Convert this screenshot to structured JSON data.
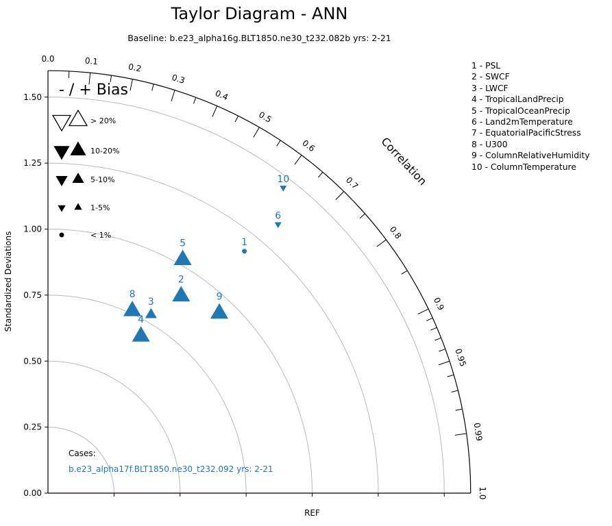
{
  "title": "Taylor Diagram - ANN",
  "subtitle": "Baseline: b.e23_alpha16g.BLT1850.ne30_t232.082b  yrs: 2-21",
  "legend": {
    "items": [
      "1 - PSL",
      "2 - SWCF",
      "3 - LWCF",
      "4 - TropicalLandPrecip",
      "5 - TropicalOceanPrecip",
      "6 - Land2mTemperature",
      "7 - EquatorialPacificStress",
      "8 - U300",
      "9 - ColumnRelativeHumidity",
      "10 - ColumnTemperature"
    ]
  },
  "bias_legend": {
    "title": "- / + Bias",
    "rows": [
      {
        "label": "> 20%",
        "style": "open",
        "size": 26
      },
      {
        "label": "10-20%",
        "style": "filled",
        "size": 21
      },
      {
        "label": "5-10%",
        "style": "filled",
        "size": 15
      },
      {
        "label": "1-5%",
        "style": "filled",
        "size": 9
      },
      {
        "label": "< 1%",
        "style": "dot",
        "size": 7
      }
    ]
  },
  "cases": {
    "heading": "Cases:",
    "line": "b.e23_alpha17f.BLT1850.ne30_t232.092  yrs: 2-21"
  },
  "chart_data": {
    "type": "taylor",
    "title": "Taylor Diagram - ANN",
    "ylabel": "Standardized Deviations",
    "xlabel": "REF",
    "arc_label": "Correlation",
    "rmax": 1.6,
    "ref_std": 1.0,
    "std_ticks": {
      "values": [
        0,
        0.25,
        0.5,
        0.75,
        1.0,
        1.25,
        1.5
      ],
      "labels": [
        "0.00",
        "0.25",
        "0.50",
        "0.75",
        "1.00",
        "1.25",
        "1.50"
      ]
    },
    "grid_arcs": [
      0.25,
      0.5,
      0.75,
      1.0,
      1.25,
      1.5
    ],
    "corr_ticks": {
      "values": [
        0,
        0.1,
        0.2,
        0.3,
        0.4,
        0.5,
        0.6,
        0.7,
        0.8,
        0.9,
        0.95,
        0.99,
        1.0
      ],
      "labels": [
        "0.0",
        "0.1",
        "0.2",
        "0.3",
        "0.4",
        "0.5",
        "0.6",
        "0.7",
        "0.8",
        "0.9",
        "0.95",
        "0.99",
        "1.0"
      ]
    },
    "corr_minor_ticks": [
      0.05,
      0.15,
      0.25,
      0.35,
      0.45,
      0.55,
      0.65,
      0.75,
      0.85,
      0.91,
      0.92,
      0.93,
      0.94,
      0.96,
      0.97,
      0.98
    ],
    "points": [
      {
        "label": "1",
        "corr": 0.63,
        "std": 1.18,
        "bias": "< 1%",
        "shape": "dot"
      },
      {
        "label": "2",
        "corr": 0.56,
        "std": 0.9,
        "bias": "10-20%",
        "shape": "triangle-up"
      },
      {
        "label": "3",
        "corr": 0.5,
        "std": 0.78,
        "bias": "5-10%",
        "shape": "triangle-up"
      },
      {
        "label": "4",
        "corr": 0.51,
        "std": 0.69,
        "bias": "10-20%",
        "shape": "triangle-up"
      },
      {
        "label": "5",
        "corr": 0.5,
        "std": 1.02,
        "bias": "10-20%",
        "shape": "triangle-up"
      },
      {
        "label": "6",
        "corr": 0.65,
        "std": 1.34,
        "bias": "1-5%",
        "shape": "triangle-down"
      },
      {
        "label": "8",
        "corr": 0.42,
        "std": 0.76,
        "bias": "10-20%",
        "shape": "triangle-up"
      },
      {
        "label": "9",
        "corr": 0.69,
        "std": 0.94,
        "bias": "10-20%",
        "shape": "triangle-up"
      },
      {
        "label": "10",
        "corr": 0.61,
        "std": 1.46,
        "bias": "1-5%",
        "shape": "triangle-down"
      }
    ],
    "size_by_bias": {
      "> 20%": 26,
      "10-20%": 26,
      "5-10%": 17,
      "1-5%": 10,
      "< 1%": 7
    },
    "colors": {
      "points": "#1f77b4",
      "grid": "#b8b8b8",
      "axis": "#000000"
    }
  }
}
